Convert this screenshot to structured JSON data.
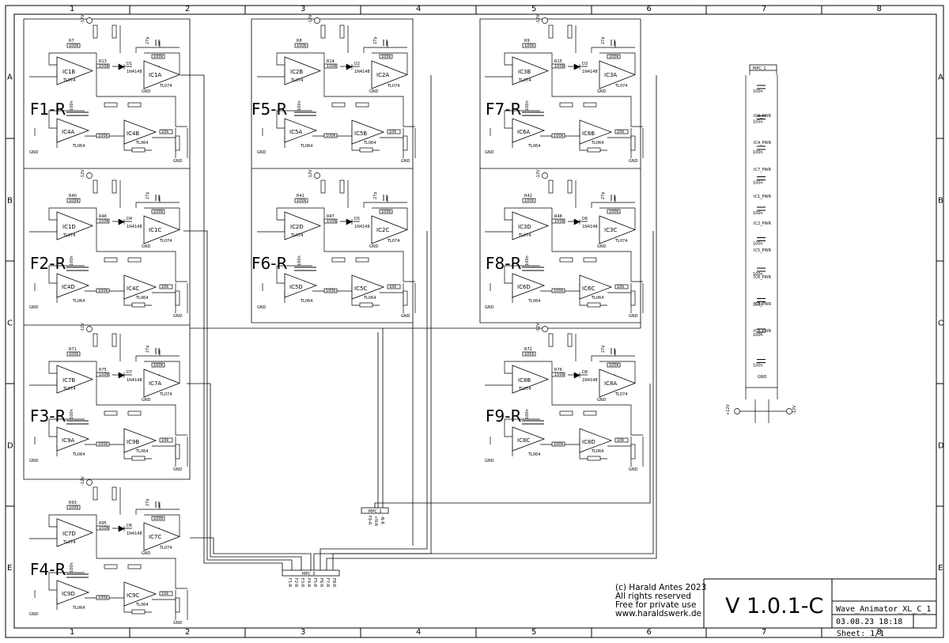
{
  "frame": {
    "columns": [
      "1",
      "2",
      "3",
      "4",
      "5",
      "6",
      "7",
      "8"
    ],
    "rows": [
      "A",
      "B",
      "C",
      "D",
      "E"
    ]
  },
  "block_labels": [
    "F1-R",
    "F2-R",
    "F3-R",
    "F4-R",
    "F5-R",
    "F6-R",
    "F7-R",
    "F8-R",
    "F9-R"
  ],
  "blocks": [
    {
      "label_index": 0,
      "opamp_top": "IC1B",
      "opamp_mid": "IC1A",
      "opamp_low": "IC4A",
      "opamp_out": "IC4B",
      "diode": "D1",
      "r_in": "R7",
      "r_mid": "R13"
    },
    {
      "label_index": 1,
      "opamp_top": "IC1D",
      "opamp_mid": "IC1C",
      "opamp_low": "IC4D",
      "opamp_out": "IC4C",
      "diode": "D4",
      "r_in": "R40",
      "r_mid": "R46"
    },
    {
      "label_index": 2,
      "opamp_top": "IC7B",
      "opamp_mid": "IC7A",
      "opamp_low": "IC9A",
      "opamp_out": "IC9B",
      "diode": "D7",
      "r_in": "R71",
      "r_mid": "R75"
    },
    {
      "label_index": 3,
      "opamp_top": "IC7D",
      "opamp_mid": "IC7C",
      "opamp_low": "IC9D",
      "opamp_out": "IC9C",
      "diode": "D6",
      "r_in": "R93",
      "r_mid": "R95"
    },
    {
      "label_index": 4,
      "opamp_top": "IC2B",
      "opamp_mid": "IC2A",
      "opamp_low": "IC5A",
      "opamp_out": "IC5B",
      "diode": "D2",
      "r_in": "R8",
      "r_mid": "R14"
    },
    {
      "label_index": 5,
      "opamp_top": "IC2D",
      "opamp_mid": "IC2C",
      "opamp_low": "IC5D",
      "opamp_out": "IC5C",
      "diode": "D5",
      "r_in": "R41",
      "r_mid": "R47"
    },
    {
      "label_index": 6,
      "opamp_top": "IC3B",
      "opamp_mid": "IC3A",
      "opamp_low": "IC6A",
      "opamp_out": "IC6B",
      "diode": "D3",
      "r_in": "R9",
      "r_mid": "R15"
    },
    {
      "label_index": 7,
      "opamp_top": "IC3D",
      "opamp_mid": "IC3C",
      "opamp_low": "IC6D",
      "opamp_out": "IC6C",
      "diode": "D6",
      "r_in": "R42",
      "r_mid": "R48"
    },
    {
      "label_index": 8,
      "opamp_top": "IC8B",
      "opamp_mid": "IC8A",
      "opamp_low": "IC8C",
      "opamp_out": "IC8D",
      "diode": "D8",
      "r_in": "R72",
      "r_mid": "R76"
    }
  ],
  "common_text": {
    "chip_a": "TL074",
    "chip_b": "TL064",
    "diode_part": "1N4148",
    "gnd": "GND",
    "neg_supply": "-12V",
    "pos_supply": "+12V",
    "r100k": "100k",
    "r150k": "150k",
    "r10k": "10k",
    "cap27p": "27p",
    "cap100n": "100n"
  },
  "connectors": {
    "mpc3": {
      "ref": "MPC_3",
      "pins": [
        "F1-R",
        "F2-R",
        "F3-R",
        "F4-R",
        "F5-R",
        "F6-R",
        "F7-R",
        "F8-R"
      ]
    },
    "mpc2": {
      "ref": "MPC_2",
      "pins": [
        "F9-R",
        "+N-R",
        "-N-R"
      ]
    },
    "mpc1": {
      "ref": "MPC_1"
    }
  },
  "power_labels": [
    "IC9_PWR",
    "IC4_PWR",
    "IC7_PWR",
    "IC1_PWR",
    "IC2_PWR",
    "IC5_PWR",
    "IC6_PWR",
    "IC3_PWR",
    "IC8_PWR"
  ],
  "credits": {
    "line1": "(c) Harald Antes 2023",
    "line2": "All rights reserved",
    "line3": "Free for private use",
    "line4": "www.haraldswerk.de"
  },
  "version": "V 1.0.1-C",
  "title_block": {
    "name": "Wave_Animator_XL_C_1",
    "date": "03.08.23 18:18",
    "sheet": "Sheet: 1/1"
  }
}
